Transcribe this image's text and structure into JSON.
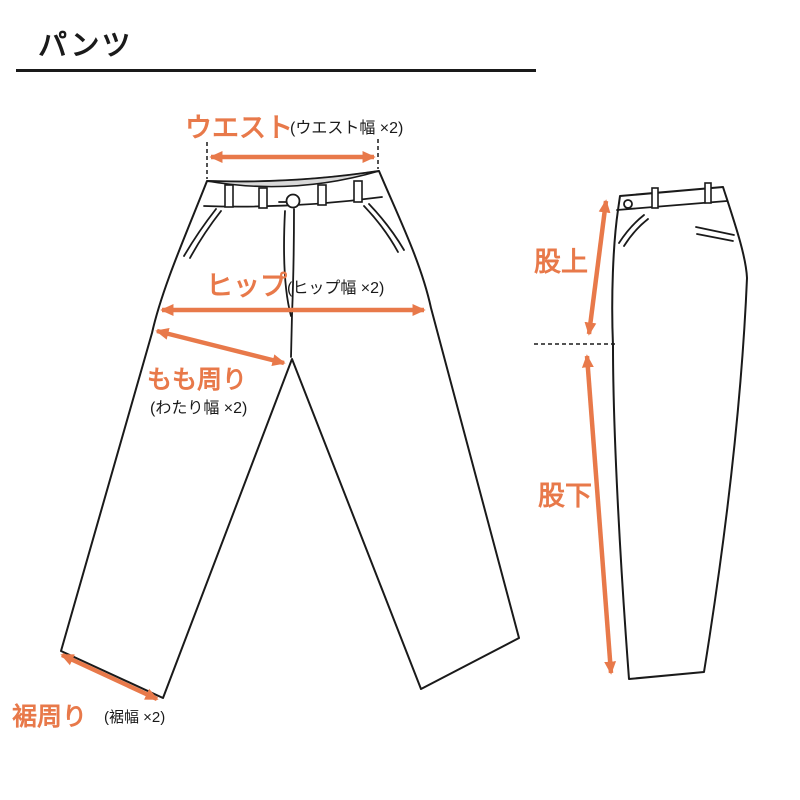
{
  "page": {
    "title": "パンツ"
  },
  "front_view": {
    "waist": {
      "label": "ウエスト",
      "note": "(ウエスト幅 ×2)"
    },
    "hip": {
      "label": "ヒップ",
      "note": "(ヒップ幅 ×2)"
    },
    "thigh": {
      "label": "もも周り",
      "note": "(わたり幅 ×2)"
    },
    "hem": {
      "label": "裾周り",
      "note": "(裾幅 ×2)"
    }
  },
  "side_view": {
    "rise": {
      "label": "股上"
    },
    "inseam": {
      "label": "股下"
    }
  },
  "colors": {
    "accent": "#E8794A",
    "line": "#1A1A1A",
    "waistband_inner": "#D9D9D9",
    "background": "#FFFFFF"
  }
}
